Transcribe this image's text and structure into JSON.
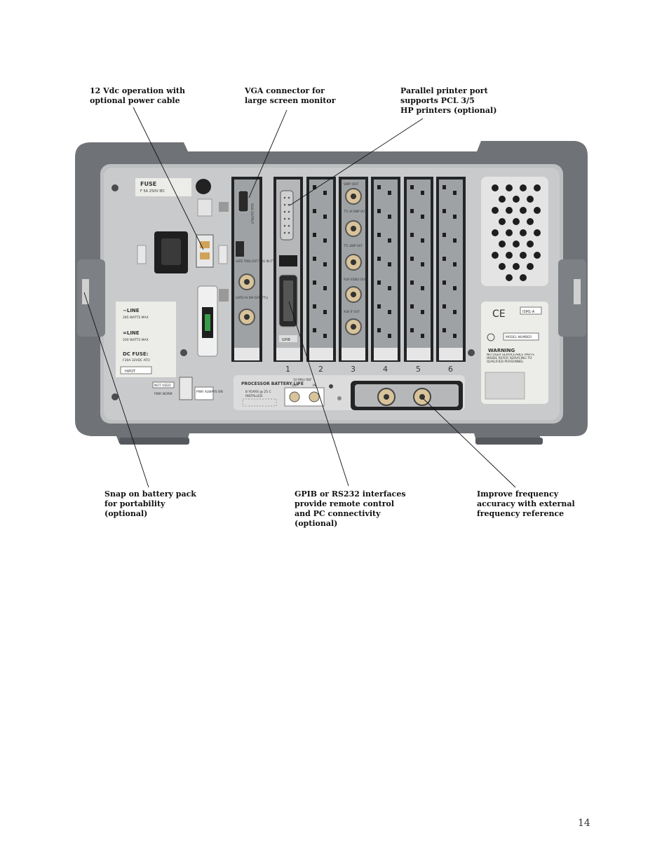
{
  "callouts": {
    "power_cable": "12 Vdc operation with\noptional power cable",
    "vga": "VGA connector for\nlarge screen monitor",
    "printer": "Parallel printer port\nsupports PCL 3/5\nHP printers (optional)",
    "battery": "Snap on battery pack\nfor portability\n(optional)",
    "gpib": "GPIB or RS232 interfaces\nprovide remote control\nand PC connectivity\n(optional)",
    "freq": "Improve frequency\naccuracy with external\nfrequency reference"
  },
  "panel": {
    "fuse_title": "FUSE",
    "fuse_rating": "F 5A 250V IEC",
    "line_title": "~LINE",
    "line_watts": "285 WATTS MAX",
    "dc_line_title": "=LINE",
    "dc_watts": "200 WATTS MAX",
    "dc_fuse_title": "DC FUSE:",
    "dc_fuse_rating": "F30A 32VDC ATO",
    "hipot": "HIPOT",
    "not_used": "NOT USED",
    "pwr_norm": "PWR NORM",
    "pwr_always_on": "PWR ALWAYS ON",
    "battery_title": "PROCESSOR BATTERY LIFE",
    "battery_years": "8 YEARS @ 25 C",
    "installed": "INSTALLED",
    "ref_title": "10 MHz REF",
    "ref_out": "OUT",
    "ref_in": "IN",
    "vga_label": "VGA OUTPUT",
    "gate_trig": "GATE TRIG/ EXT TRIG IN (TTL)",
    "gate_hi": "GATE/ HI SW OUT (TTL)",
    "gpib_tag": "GPIB",
    "sweep_out": "SWP OUT",
    "ttl_sweep": "TTL HI SWP OUT",
    "ttl_swp_out": "TTL SWP OUT",
    "aux_video": "AUX VIDEO OUT",
    "aux_if": "AUX IF OUT",
    "slots": [
      "1",
      "2",
      "3",
      "4",
      "5",
      "6"
    ],
    "ce_mark": "CE",
    "ism": "ISM1-A",
    "model_number": "MODEL NUMBER",
    "warning_title": "WARNING",
    "warning_text": "NO USER SERVICEABLE PARTS INSIDE REFER SERVICING TO QUALIFIED PERSONNEL"
  },
  "page_number": "14"
}
